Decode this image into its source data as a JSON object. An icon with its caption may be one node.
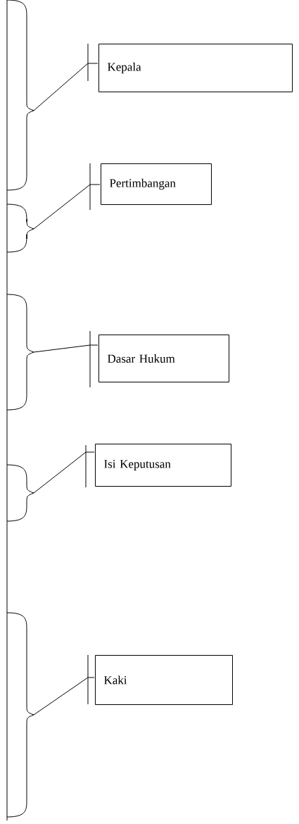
{
  "diagram": {
    "nodes": [
      {
        "text": [],
        "shape": "brace"
      },
      {
        "text": [
          "Kepala"
        ]
      },
      {
        "text": [],
        "shape": "brace"
      },
      {
        "text": [
          "Pertimbangan"
        ]
      },
      {
        "text": [],
        "shape": "brace"
      },
      {
        "text": [
          "Dasar Hukum"
        ]
      },
      {
        "text": [],
        "shape": "brace"
      },
      {
        "text": [
          "Isi Keputusan"
        ]
      },
      {
        "text": [],
        "shape": "brace"
      },
      {
        "text": [
          "Kaki"
        ]
      }
    ],
    "edges": [
      {
        "from": 1,
        "to": 0,
        "arrow": "none"
      },
      {
        "from": 3,
        "to": 2,
        "arrow": "none"
      },
      {
        "from": 5,
        "to": 4,
        "arrow": "none"
      },
      {
        "from": 7,
        "to": 6,
        "arrow": "none"
      },
      {
        "from": 9,
        "to": 8,
        "arrow": "none"
      }
    ]
  }
}
